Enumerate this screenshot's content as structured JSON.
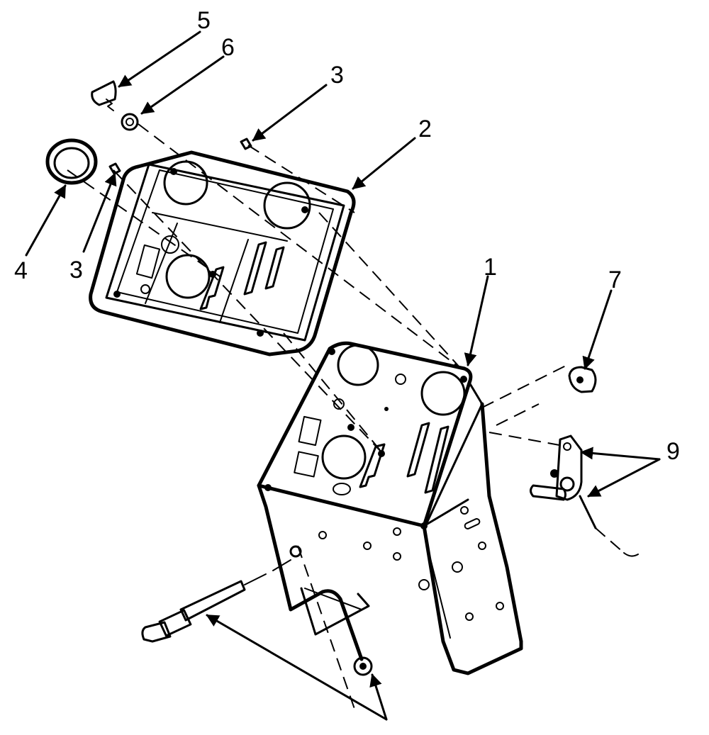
{
  "diagram": {
    "callouts": [
      {
        "id": "c5",
        "label": "5"
      },
      {
        "id": "c6",
        "label": "6"
      },
      {
        "id": "c3a",
        "label": "3"
      },
      {
        "id": "c2",
        "label": "2"
      },
      {
        "id": "c4",
        "label": "4"
      },
      {
        "id": "c3b",
        "label": "3"
      },
      {
        "id": "c1",
        "label": "1"
      },
      {
        "id": "c7",
        "label": "7"
      },
      {
        "id": "c9",
        "label": "9"
      }
    ],
    "colors": {
      "ink": "#000000",
      "paper": "#ffffff"
    }
  }
}
